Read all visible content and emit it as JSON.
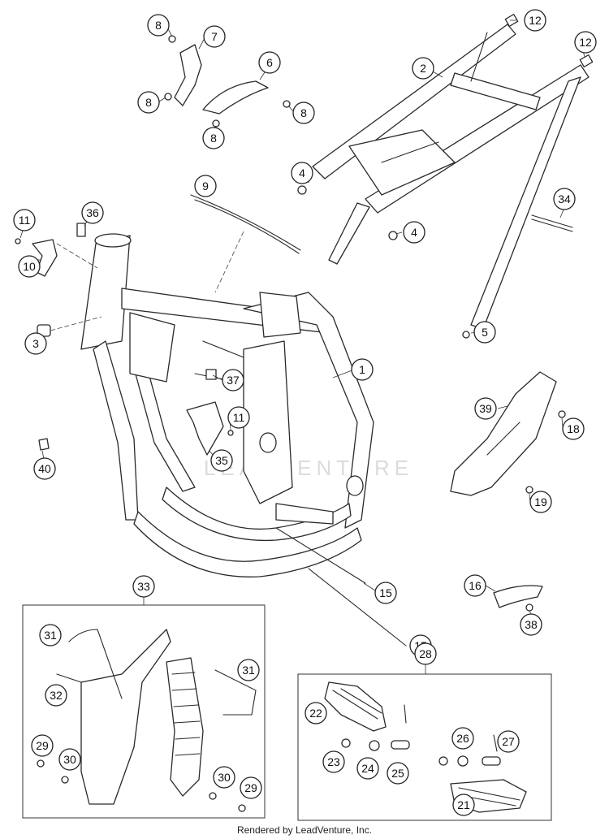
{
  "callouts": [
    "1",
    "2",
    "3",
    "4",
    "4",
    "5",
    "6",
    "7",
    "8",
    "8",
    "8",
    "8",
    "9",
    "10",
    "11",
    "11",
    "12",
    "12",
    "15",
    "15",
    "16",
    "18",
    "19",
    "21",
    "22",
    "23",
    "24",
    "25",
    "26",
    "27",
    "28",
    "29",
    "29",
    "30",
    "30",
    "31",
    "31",
    "32",
    "33",
    "34",
    "35",
    "36",
    "37",
    "38",
    "39",
    "40"
  ],
  "watermark": "LEADVENTURE",
  "footer": "Rendered by LeadVenture, Inc."
}
